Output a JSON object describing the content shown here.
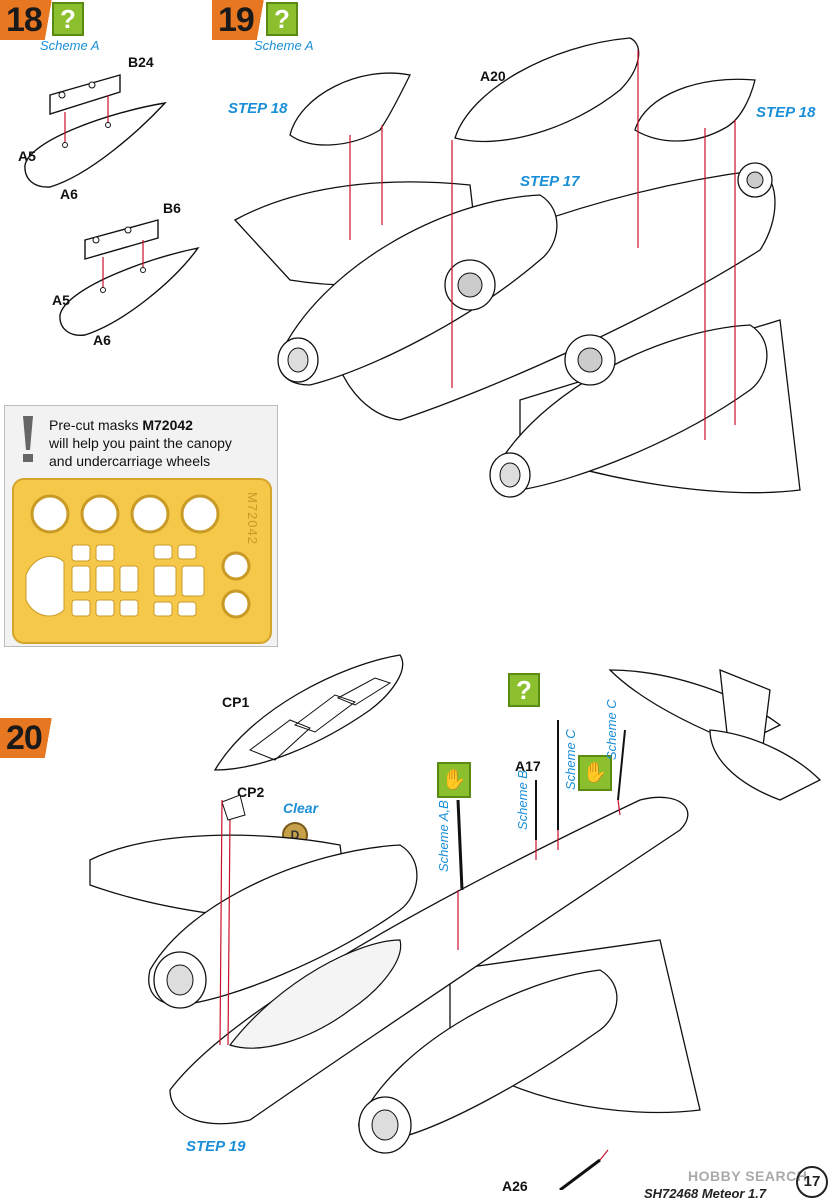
{
  "step18": {
    "number": "18",
    "scheme": "Scheme A",
    "parts": [
      "B24",
      "A5",
      "A6",
      "B6",
      "A5",
      "A6"
    ]
  },
  "step19": {
    "number": "19",
    "scheme": "Scheme A",
    "step_ref_left": "STEP 18",
    "step_ref_right": "STEP 18",
    "step_ref_center": "STEP 17",
    "part": "A20"
  },
  "mask_note": {
    "line1_prefix": "Pre-cut masks ",
    "line1_code": "M72042",
    "line2": "will help you paint the canopy",
    "line3": "and undercarriage wheels",
    "sheet_code": "M72042"
  },
  "step20": {
    "number": "20",
    "cp1": "CP1",
    "cp2": "CP2",
    "clear": "Clear",
    "d_badge": "D",
    "a17": "A17",
    "a26": "A26",
    "scheme_ab": "Scheme A,B",
    "scheme_b": "Scheme B",
    "scheme_c1": "Scheme C",
    "scheme_c2": "Scheme C",
    "step_ref": "STEP 19"
  },
  "question_mark": "?",
  "footer": {
    "text": "SH72468 Meteor 1.7",
    "page": "17",
    "watermark": "HOBBY SEARCH"
  },
  "colors": {
    "orange": "#e87722",
    "green": "#8cbf2e",
    "blue": "#1a8fd8",
    "red": "#c8102e",
    "mask": "#f6c84a"
  }
}
